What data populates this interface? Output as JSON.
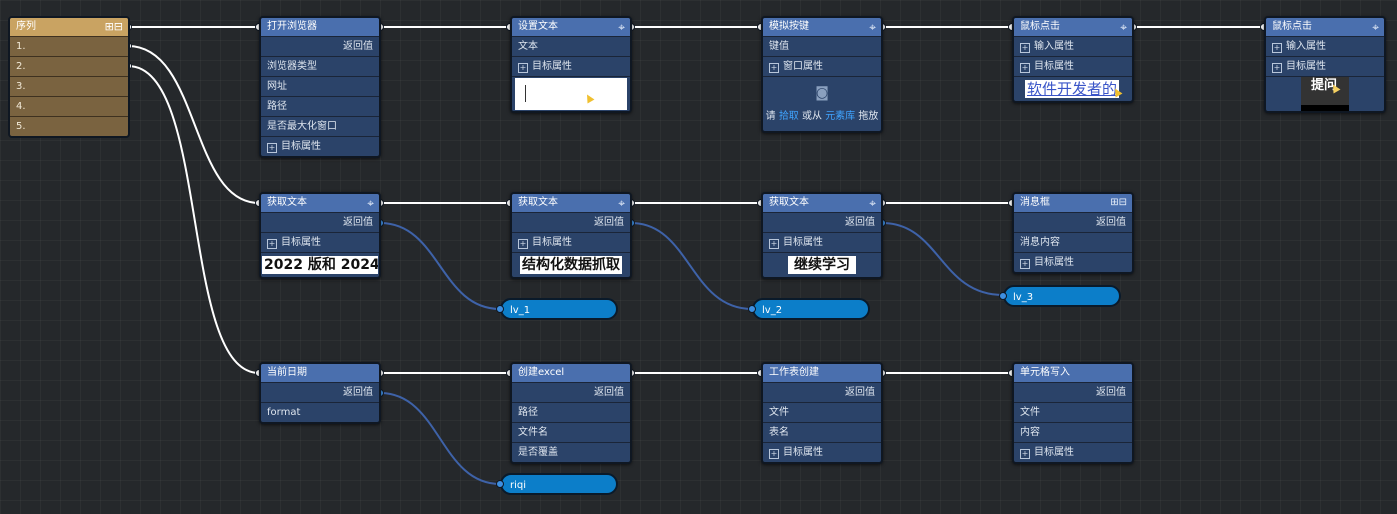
{
  "sequence": {
    "title": "序列",
    "icons": "⊞⊟",
    "items": [
      "1.",
      "2.",
      "3.",
      "4.",
      "5."
    ]
  },
  "nodes": {
    "open_browser": {
      "title": "打开浏览器",
      "return_label": "返回值",
      "rows": [
        "浏览器类型",
        "网址",
        "路径",
        "是否最大化窗口"
      ],
      "target_attr": "目标属性"
    },
    "set_text": {
      "title": "设置文本",
      "rows": [
        "文本"
      ],
      "target_attr": "目标属性"
    },
    "simulate_key": {
      "title": "模拟按键",
      "rows": [
        "键值"
      ],
      "window_attr": "窗口属性",
      "hint_prefix": "请",
      "hint_pick": "拾取",
      "hint_mid": "或从",
      "hint_lib": "元素库",
      "hint_suffix": "拖放"
    },
    "mouse_click_1": {
      "title": "鼠标点击",
      "input_attr": "输入属性",
      "target_attr": "目标属性",
      "preview": "软件开发者的"
    },
    "mouse_click_2": {
      "title": "鼠标点击",
      "input_attr": "输入属性",
      "target_attr": "目标属性",
      "preview": "提问"
    },
    "get_text_1": {
      "title": "获取文本",
      "return_label": "返回值",
      "target_attr": "目标属性",
      "preview": "2022 版和 2024"
    },
    "get_text_2": {
      "title": "获取文本",
      "return_label": "返回值",
      "target_attr": "目标属性",
      "preview": "结构化数据抓取"
    },
    "get_text_3": {
      "title": "获取文本",
      "return_label": "返回值",
      "target_attr": "目标属性",
      "preview": "继续学习"
    },
    "message_box": {
      "title": "消息框",
      "return_label": "返回值",
      "rows": [
        "消息内容"
      ],
      "target_attr": "目标属性"
    },
    "current_date": {
      "title": "当前日期",
      "return_label": "返回值",
      "rows": [
        "format"
      ]
    },
    "create_excel": {
      "title": "创建excel",
      "return_label": "返回值",
      "rows": [
        "路径",
        "文件名",
        "是否覆盖"
      ]
    },
    "create_sheet": {
      "title": "工作表创建",
      "return_label": "返回值",
      "rows": [
        "文件",
        "表名"
      ],
      "target_attr": "目标属性"
    },
    "cell_write": {
      "title": "单元格写入",
      "return_label": "返回值",
      "rows": [
        "文件",
        "内容"
      ],
      "target_attr": "目标属性"
    }
  },
  "variables": [
    "lv_1",
    "lv_2",
    "lv_3",
    "riqi"
  ],
  "icons": {
    "node_move": "crosshair-icon",
    "expand": "expand-icon",
    "camera": "camera-icon"
  },
  "colors": {
    "background": "#25282b",
    "node_header": "#4a6fae",
    "node_body": "#2b4369",
    "sequence_header": "#c9a362",
    "sequence_body": "#7a6340",
    "variable": "#0c7ec9",
    "flow_wire": "#ffffff",
    "data_wire": "#3e62a8"
  }
}
